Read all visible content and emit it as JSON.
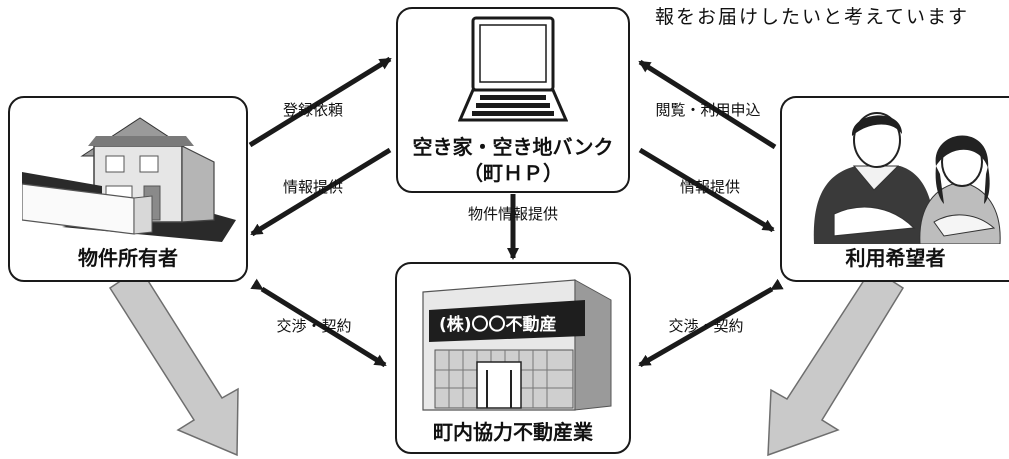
{
  "top_text": "報をお届けしたいと考えています",
  "nodes": {
    "center": {
      "label_line1": "空き家・空き地バンク",
      "label_line2": "（町ＨＰ）"
    },
    "owner": {
      "label": "物件所有者"
    },
    "user": {
      "label": "利用希望者"
    },
    "agent": {
      "label": "町内協力不動産業",
      "sign": "(株)〇〇不動産"
    }
  },
  "edges": {
    "owner_to_center": "登録依頼",
    "center_to_owner": "情報提供",
    "user_to_center": "閲覧・利用申込",
    "center_to_user": "情報提供",
    "center_to_agent": "物件情報提供",
    "owner_agent": "交渉・契約",
    "user_agent": "交渉・契約"
  },
  "icons": [
    "laptop-icon",
    "house-icon",
    "couple-icon",
    "store-icon"
  ],
  "colors": {
    "stroke": "#1a1a1a",
    "big_arrow_fill": "#c9c9c9",
    "big_arrow_stroke": "#6e6e6e"
  }
}
